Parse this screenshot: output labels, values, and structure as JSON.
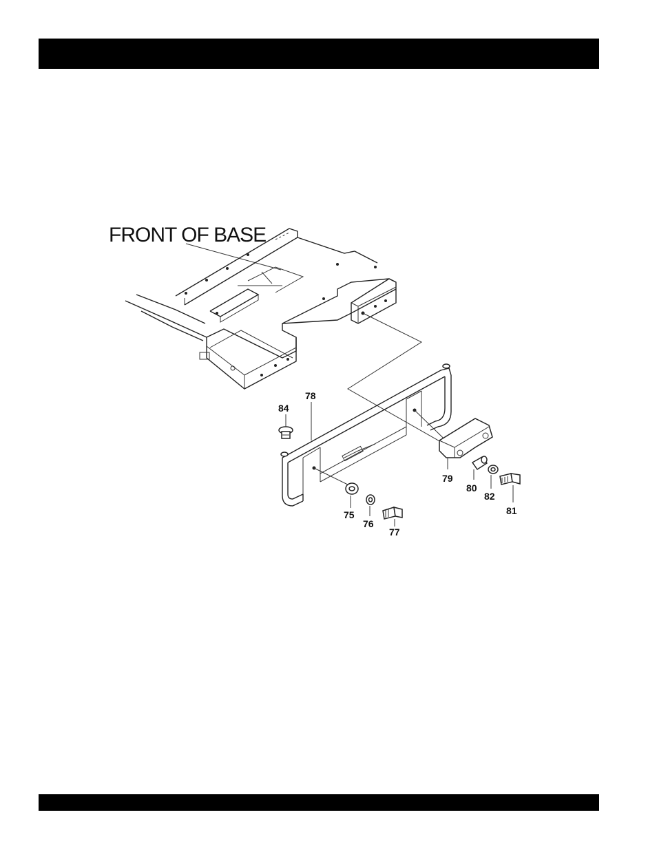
{
  "header": {
    "text": ""
  },
  "footer": {
    "text": ""
  },
  "diagram": {
    "heading": "FRONT OF BASE",
    "callouts": {
      "c75": "75",
      "c76": "76",
      "c77": "77",
      "c78": "78",
      "c79": "79",
      "c80": "80",
      "c81": "81",
      "c82": "82",
      "c84": "84"
    }
  }
}
